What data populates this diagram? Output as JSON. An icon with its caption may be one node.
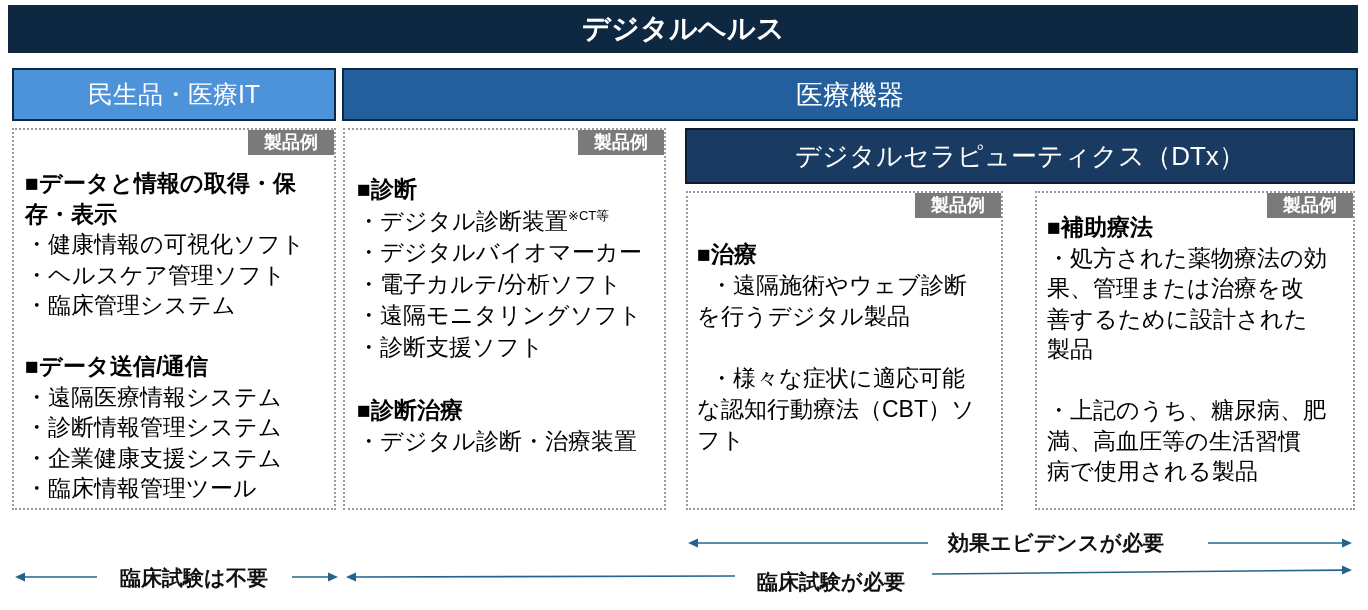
{
  "diagram": {
    "nodes": [
      {
        "text": [
          "デジタルヘルス"
        ]
      },
      {
        "text": [
          "民生品・医療IT"
        ]
      },
      {
        "text": [
          "医療機器"
        ]
      },
      {
        "text": [
          "■データと情報の取得・保存・表示",
          "・健康情報の可視化ソフト",
          "・ヘルスケア管理ソフト",
          "・臨床管理システム",
          "■データ送信/通信",
          "・遠隔医療情報システム",
          "・診断情報管理システム",
          "・企業健康支援システム",
          "・臨床情報管理ツール"
        ]
      },
      {
        "text": [
          "製品例"
        ],
        "in": 3
      },
      {
        "text": [
          "■診断",
          "・デジタル診断装置$^{※CT等}$",
          "・デジタルバイオマーカー",
          "・電子カルテ/分析ソフト",
          "・遠隔モニタリングソフト",
          "・診断支援ソフト",
          "■診断治療",
          "・デジタル診断・治療装置"
        ]
      },
      {
        "text": [
          "製品例"
        ],
        "in": 5
      },
      {
        "text": [
          "デジタルセラピューティクス（DTx）"
        ]
      },
      {
        "text": [
          "■治療",
          "・遠隔施術やウェブ診断を行うデジタル製品",
          "・様々な症状に適応可能な認知行動療法（CBT）ソフト"
        ]
      },
      {
        "text": [
          "製品例"
        ],
        "in": 8
      },
      {
        "text": [
          "■補助療法",
          "・処方された薬物療法の効果、管理または治療を改善するために設計された製品",
          "・上記のうち、糖尿病、肥満、高血圧等の生活習慣病で使用される製品"
        ]
      },
      {
        "text": [
          "製品例"
        ],
        "in": 10
      }
    ],
    "labels": [
      "効果エビデンスが必要",
      "臨床試験は不要",
      "臨床試験が必要"
    ]
  }
}
